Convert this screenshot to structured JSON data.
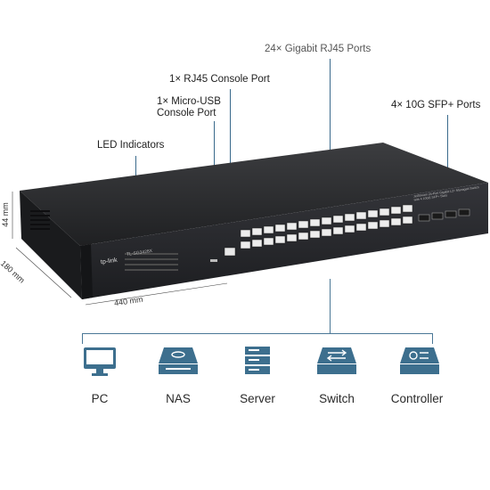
{
  "callouts": {
    "rj45_ports": "24× Gigabit RJ45 Ports",
    "rj45_console": "1× RJ45 Console Port",
    "micro_usb_console_line1": "1× Micro-USB",
    "micro_usb_console_line2": "Console Port",
    "led_indicators": "LED Indicators",
    "sfp_ports": "4× 10G SFP+ Ports"
  },
  "dimensions": {
    "height": "44 mm",
    "depth": "180 mm",
    "width": "440 mm"
  },
  "device": {
    "brand": "tp-link",
    "model": "TL-SG3428X",
    "description": "JetStream 24-Port Gigabit L2+ Managed Switch with 4 10GE SFP+ Slots"
  },
  "connected_devices": [
    {
      "label": "PC",
      "icon": "pc-icon"
    },
    {
      "label": "NAS",
      "icon": "nas-icon"
    },
    {
      "label": "Server",
      "icon": "server-icon"
    },
    {
      "label": "Switch",
      "icon": "switch-icon"
    },
    {
      "label": "Controller",
      "icon": "controller-icon"
    }
  ],
  "colors": {
    "accent": "#3d6f8e",
    "chassis": "#2b2c2e"
  }
}
